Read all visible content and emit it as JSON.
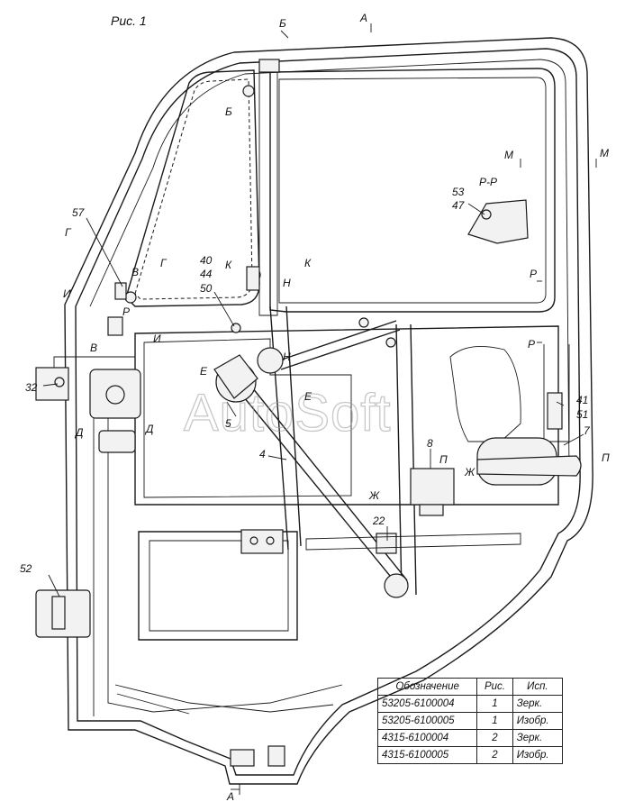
{
  "figure": {
    "title": "Рис. 1",
    "watermark": "AutoSoft"
  },
  "callouts": [
    {
      "id": "c57",
      "text": "57"
    },
    {
      "id": "c40",
      "text": "40"
    },
    {
      "id": "c44",
      "text": "44"
    },
    {
      "id": "c50",
      "text": "50"
    },
    {
      "id": "c53",
      "text": "53"
    },
    {
      "id": "c47",
      "text": "47"
    },
    {
      "id": "c32",
      "text": "32"
    },
    {
      "id": "c5",
      "text": "5"
    },
    {
      "id": "c4",
      "text": "4"
    },
    {
      "id": "c8",
      "text": "8"
    },
    {
      "id": "c22",
      "text": "22"
    },
    {
      "id": "c41",
      "text": "41"
    },
    {
      "id": "c51",
      "text": "51"
    },
    {
      "id": "c7",
      "text": "7"
    },
    {
      "id": "c52",
      "text": "52"
    }
  ],
  "sections": {
    "A": "А",
    "B": "Б",
    "V": "В",
    "G": "Г",
    "D": "Д",
    "E": "Е",
    "ZH": "Ж",
    "I": "И",
    "K": "К",
    "M": "М",
    "N": "Н",
    "P": "П",
    "R": "Р",
    "RR": "Р-Р"
  },
  "spec_table": {
    "headers": [
      "Обозначение",
      "Рис.",
      "Исп."
    ],
    "rows": [
      [
        "53205-6100004",
        "1",
        "Зерк."
      ],
      [
        "53205-6100005",
        "1",
        "Изобр."
      ],
      [
        "4315-6100004",
        "2",
        "Зерк."
      ],
      [
        "4315-6100005",
        "2",
        "Изобр."
      ]
    ]
  }
}
